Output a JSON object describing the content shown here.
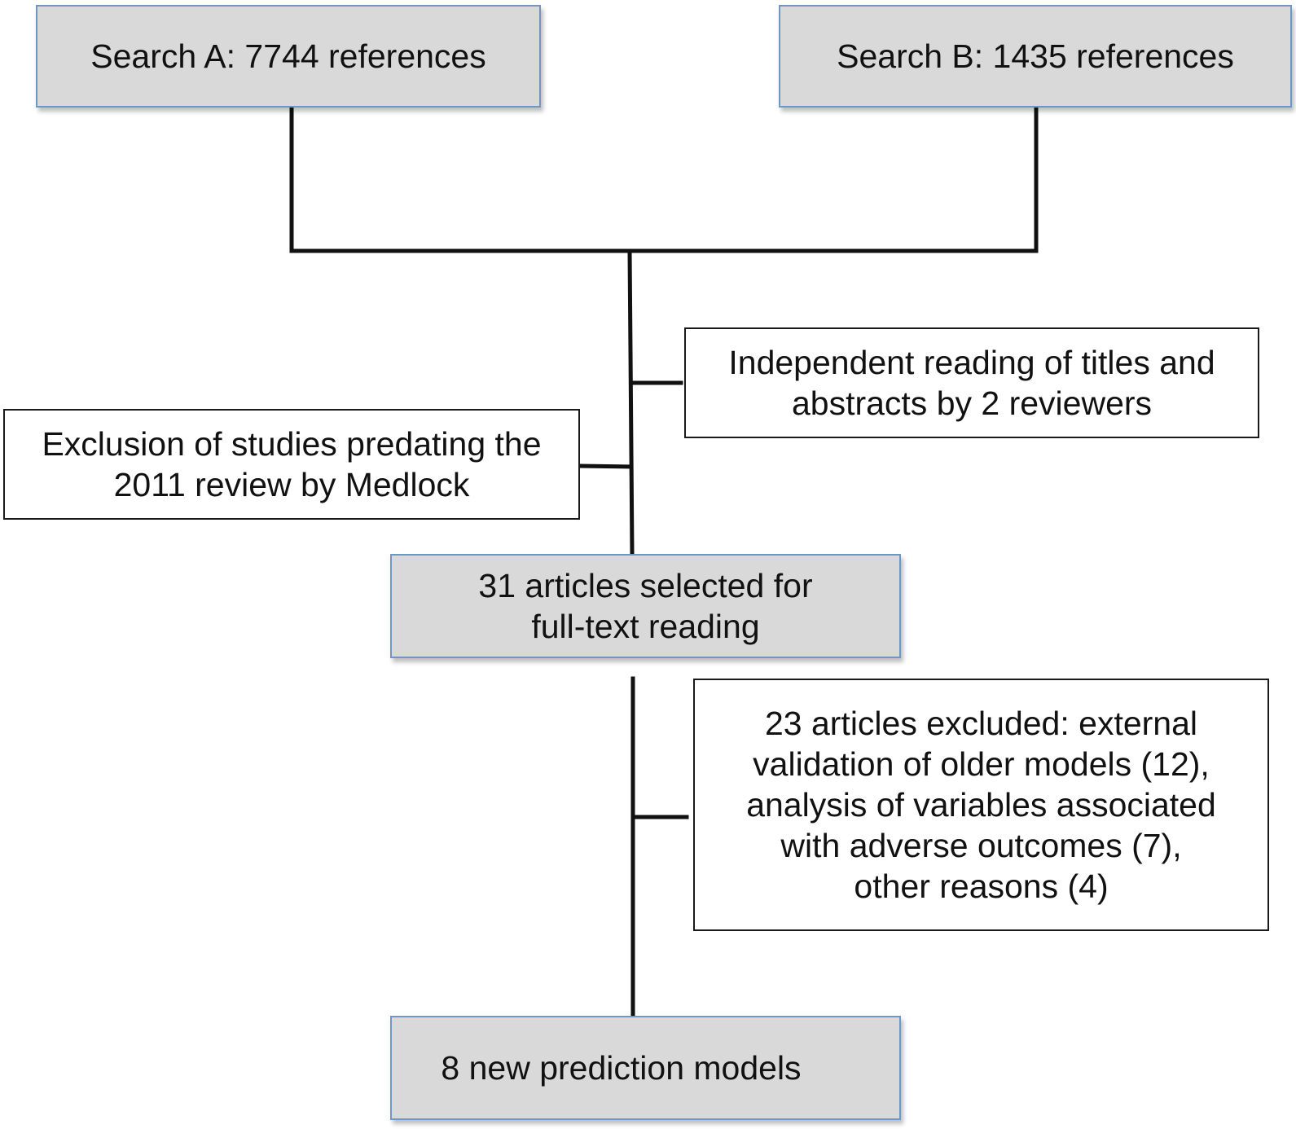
{
  "diagram": {
    "type": "flowchart",
    "nodes": {
      "search_a": "Search A: 7744 references",
      "search_b": "Search B: 1435 references",
      "independent_reading": "Independent reading of titles and\nabstracts by 2 reviewers",
      "exclusion_predating": "Exclusion of studies predating the\n2011 review by Medlock",
      "selected_full_text": "31 articles selected for\nfull-text reading",
      "excluded_articles": "23 articles excluded: external\nvalidation of older models (12),\nanalysis of variables associated\nwith adverse outcomes (7),\nother reasons (4)",
      "new_models": "8 new prediction models"
    },
    "colors": {
      "shaded_fill": "#d9d9d9",
      "shaded_border": "#7096c8",
      "plain_border": "#1a1a1a",
      "connector": "#111111"
    }
  }
}
